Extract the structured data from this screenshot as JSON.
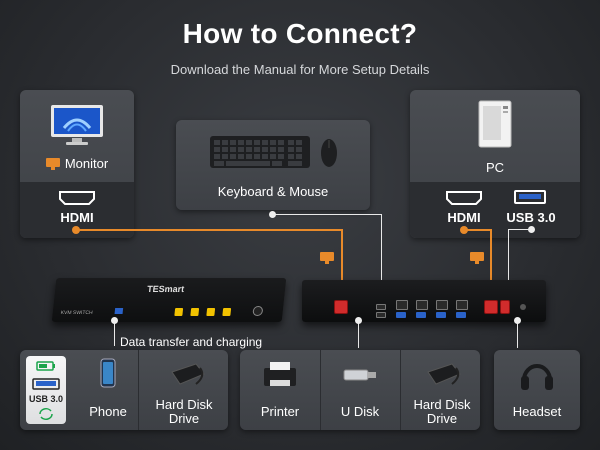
{
  "header": {
    "title": "How to Connect?",
    "subtitle": "Download the Manual for More Setup Details"
  },
  "monitor_card": {
    "label": "Monitor",
    "port": "HDMI"
  },
  "keyboard_card": {
    "label": "Keyboard & Mouse"
  },
  "pc_card": {
    "label": "PC",
    "port_hdmi": "HDMI",
    "port_usb": "USB 3.0"
  },
  "switch": {
    "brand": "TESmart",
    "model_label": "KVM SWITCH"
  },
  "data_note": "Data transfer and charging",
  "bottom_group_1": {
    "usb_label": "USB 3.0",
    "items": [
      {
        "label": "Phone"
      },
      {
        "label": "Hard Disk Drive"
      }
    ]
  },
  "bottom_group_2": {
    "items": [
      {
        "label": "Printer"
      },
      {
        "label": "U Disk"
      },
      {
        "label": "Hard Disk Drive"
      }
    ]
  },
  "bottom_group_3": {
    "items": [
      {
        "label": "Headset"
      }
    ]
  },
  "colors": {
    "accent_orange": "#e88a2a",
    "port_red": "#d12c2c",
    "usb_blue": "#2a62c9"
  }
}
